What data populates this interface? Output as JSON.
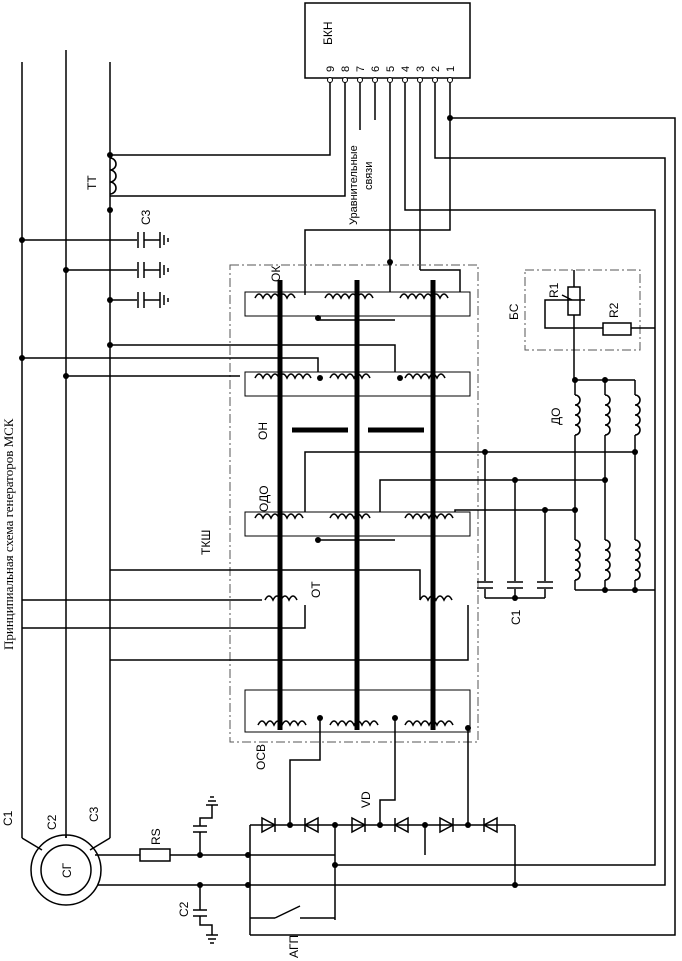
{
  "title": "Принципиальная схема генераторов МСК",
  "labels": {
    "bkn": "БКН",
    "bkn_pins": [
      "9",
      "8",
      "7",
      "6",
      "5",
      "4",
      "3",
      "2",
      "1"
    ],
    "equalizing_1": "Уравнительные",
    "equalizing_2": "связи",
    "tt": "ТТ",
    "c3": "С3",
    "ok": "ОК",
    "on": "ОН",
    "odo": "ОДО",
    "tksh": "ТКШ",
    "ot": "ОТ",
    "osv": "ОСВ",
    "bs": "БС",
    "r1": "R1",
    "r2": "R2",
    "do": "ДО",
    "c1": "С1",
    "vd": "VD",
    "rs": "RS",
    "c2": "С2",
    "agp": "АГП",
    "sg": "СГ",
    "phase_c1": "С1",
    "phase_c2": "С2",
    "phase_c3": "С3"
  }
}
